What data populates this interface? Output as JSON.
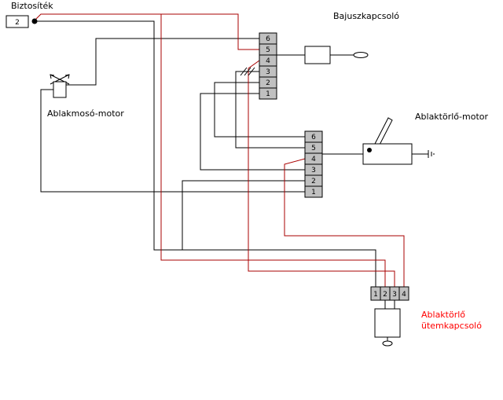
{
  "labels": {
    "fuse": "Biztosíték",
    "fuse_value": "2",
    "stalk_switch": "Bajuszkapcsoló",
    "washer_motor": "Ablakmosó-motor",
    "wiper_motor": "Ablaktörlő-motor",
    "timer_switch_line1": "Ablaktörlő",
    "timer_switch_line2": "ütemkapcsoló"
  },
  "connectors": {
    "top": {
      "pins": [
        "6",
        "5",
        "4",
        "3",
        "2",
        "1"
      ]
    },
    "middle": {
      "pins": [
        "6",
        "5",
        "4",
        "3",
        "2",
        "1"
      ]
    },
    "bottom": {
      "pins": [
        "1",
        "2",
        "3",
        "4"
      ]
    }
  },
  "colors": {
    "wire_black": "#000000",
    "wire_red": "#aa0000",
    "connector_fill": "#c0c0c0",
    "label_red": "#ff0000",
    "background": "#ffffff"
  }
}
